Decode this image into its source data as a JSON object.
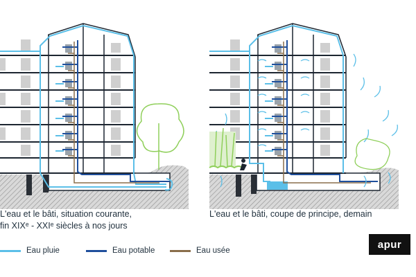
{
  "captions": {
    "left_line1": "L'eau et le bâti, situation courante,",
    "left_line2": "fin XIXᵉ - XXIᵉ siècles à nos jours",
    "right_line1": "L'eau et le bâti, coupe de principe, demain"
  },
  "legend": [
    {
      "label": "Eau pluie",
      "color": "#5bbfe8"
    },
    {
      "label": "Eau potable",
      "color": "#1f4f9c"
    },
    {
      "label": "Eau usée",
      "color": "#8a6e4b"
    }
  ],
  "logo": "apur",
  "colors": {
    "structure": "#1c2530",
    "ground": "#bdbdbd",
    "window": "#cfcfcf",
    "tree": "#8fcf5a",
    "tank": "#5bbfe8"
  }
}
